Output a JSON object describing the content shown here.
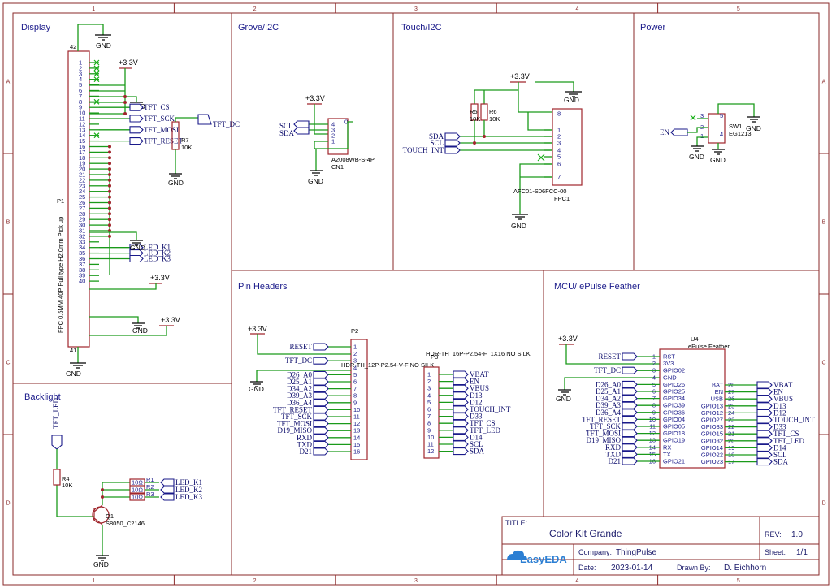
{
  "ruler": {
    "columns": [
      "1",
      "2",
      "3",
      "4",
      "5"
    ],
    "rows": [
      "A",
      "B",
      "C",
      "D"
    ]
  },
  "sections": {
    "display": "Display",
    "grove": "Grove/I2C",
    "touch": "Touch/I2C",
    "power": "Power",
    "pin_headers": "Pin Headers",
    "mcu": "MCU/ ePulse Feather",
    "backlight": "Backlight"
  },
  "power_labels": {
    "v33": "+3.3V",
    "gnd": "GND"
  },
  "display": {
    "connector_ref": "P1",
    "connector_part": "FPC 0.5MM 40P Pull type H2.0mm Pick up",
    "pin_top": "42",
    "pin_bottom": "41",
    "pins": [
      "1",
      "2",
      "3",
      "4",
      "5",
      "6",
      "7",
      "8",
      "9",
      "10",
      "11",
      "12",
      "13",
      "14",
      "15",
      "16",
      "17",
      "18",
      "19",
      "20",
      "21",
      "22",
      "23",
      "24",
      "25",
      "26",
      "27",
      "28",
      "29",
      "30",
      "31",
      "32",
      "33",
      "34",
      "35",
      "36",
      "37",
      "38",
      "39",
      "40"
    ],
    "nets": {
      "cs": "TFT_CS",
      "sck": "TFT_SCK",
      "mosi": "TFT_MOSI",
      "reset": "TFT_RESET",
      "dc": "TFT_DC",
      "led_k1": "LED_K1",
      "led_k2": "LED_K2",
      "led_k3": "LED_K3"
    },
    "resistor_ref": "R7",
    "resistor_val": "10K"
  },
  "grove": {
    "nets": [
      "SCL",
      "SDA"
    ],
    "pins": [
      "4",
      "3",
      "2",
      "1",
      "0"
    ],
    "part": "A2008WB-S-4P",
    "ref": "CN1"
  },
  "touch": {
    "nets": [
      "SDA",
      "SCL",
      "TOUCH_INT"
    ],
    "pins": [
      "8",
      "1",
      "2",
      "3",
      "4",
      "5",
      "6",
      "7"
    ],
    "r5_ref": "R5",
    "r5_val": "10K",
    "r6_ref": "R6",
    "r6_val": "10K",
    "part": "AFC01-S06FCC-00",
    "ref": "FPC1"
  },
  "power": {
    "net": "EN",
    "pins": [
      "3",
      "2",
      "1",
      "5",
      "4"
    ],
    "ref": "SW1",
    "part": "EG1213"
  },
  "pin_headers": {
    "p2_ref": "P2",
    "p2_part": "HDR-TH_12P-P2.54-V-F NO SILK",
    "p2_pins": [
      "1",
      "2",
      "3",
      "4",
      "5",
      "6",
      "7",
      "8",
      "9",
      "10",
      "11",
      "12",
      "13",
      "14",
      "15",
      "16"
    ],
    "p2_left_nets": [
      "RESET",
      "TFT_DC",
      "D26_A0",
      "D25_A1",
      "D34_A2",
      "D39_A3",
      "D36_A4",
      "TFT_RESET",
      "TFT_SCK",
      "TFT_MOSI",
      "D19_MISO",
      "RXD",
      "TXD",
      "D21"
    ],
    "p3_ref": "P3",
    "p3_part": "HDR-TH_16P-P2.54-F_1X16 NO SILK",
    "p3_pins": [
      "1",
      "2",
      "3",
      "4",
      "5",
      "6",
      "7",
      "8",
      "9",
      "10",
      "11",
      "12"
    ],
    "p3_nets": [
      "VBAT",
      "EN",
      "VBUS",
      "D13",
      "D12",
      "TOUCH_INT",
      "D33",
      "TFT_CS",
      "TFT_LED",
      "D14",
      "SCL",
      "SDA"
    ]
  },
  "mcu": {
    "ref": "U4",
    "part": "ePulse Feather",
    "left_pins": [
      {
        "num": "1",
        "name": "RST",
        "net": "RESET"
      },
      {
        "num": "2",
        "name": "3V3",
        "net": ""
      },
      {
        "num": "3",
        "name": "GPIO02",
        "net": "TFT_DC"
      },
      {
        "num": "4",
        "name": "GND",
        "net": ""
      },
      {
        "num": "5",
        "name": "GPIO26",
        "net": "D26_A0"
      },
      {
        "num": "6",
        "name": "GPIO25",
        "net": "D25_A1"
      },
      {
        "num": "7",
        "name": "GPIO34",
        "net": "D34_A2"
      },
      {
        "num": "8",
        "name": "GPIO39",
        "net": "D39_A3"
      },
      {
        "num": "9",
        "name": "GPIO36",
        "net": "D36_A4"
      },
      {
        "num": "10",
        "name": "GPIO04",
        "net": "TFT_RESET"
      },
      {
        "num": "11",
        "name": "GPIO05",
        "net": "TFT_SCK"
      },
      {
        "num": "12",
        "name": "GPIO18",
        "net": "TFT_MOSI"
      },
      {
        "num": "13",
        "name": "GPIO19",
        "net": "D19_MISO"
      },
      {
        "num": "14",
        "name": "RX",
        "net": "RXD"
      },
      {
        "num": "15",
        "name": "TX",
        "net": "TXD"
      },
      {
        "num": "16",
        "name": "GPIO21",
        "net": "D21"
      }
    ],
    "right_pins": [
      {
        "num": "28",
        "name": "BAT",
        "net": "VBAT"
      },
      {
        "num": "27",
        "name": "EN",
        "net": "EN"
      },
      {
        "num": "26",
        "name": "USB",
        "net": "VBUS"
      },
      {
        "num": "25",
        "name": "GPIO13",
        "net": "D13"
      },
      {
        "num": "24",
        "name": "GPIO12",
        "net": "D12"
      },
      {
        "num": "23",
        "name": "GPIO27",
        "net": "TOUCH_INT"
      },
      {
        "num": "22",
        "name": "GPIO33",
        "net": "D33"
      },
      {
        "num": "21",
        "name": "GPIO15",
        "net": "TFT_CS"
      },
      {
        "num": "20",
        "name": "GPIO32",
        "net": "TFT_LED"
      },
      {
        "num": "19",
        "name": "GPIO14",
        "net": "D14"
      },
      {
        "num": "18",
        "name": "GPIO22",
        "net": "SCL"
      },
      {
        "num": "17",
        "name": "GPIO23",
        "net": "SDA"
      }
    ]
  },
  "backlight": {
    "net_in": "TFT_LED",
    "r4_ref": "R4",
    "r4_val": "10K",
    "leds": [
      "LED_K1",
      "LED_K2",
      "LED_K3"
    ],
    "resistors": [
      "R1",
      "R2",
      "R3"
    ],
    "res_val": "10Ω",
    "q_ref": "Q1",
    "q_part": "S8050_C2146"
  },
  "title_block": {
    "title_label": "TITLE:",
    "title": "Color Kit Grande",
    "rev_label": "REV:",
    "rev": "1.0",
    "company_label": "Company:",
    "company": "ThingPulse",
    "sheet_label": "Sheet:",
    "sheet": "1/1",
    "date_label": "Date:",
    "date": "2023-01-14",
    "drawn_label": "Drawn By:",
    "drawn": "D. Eichhorn",
    "logo": "EasyEDA"
  }
}
